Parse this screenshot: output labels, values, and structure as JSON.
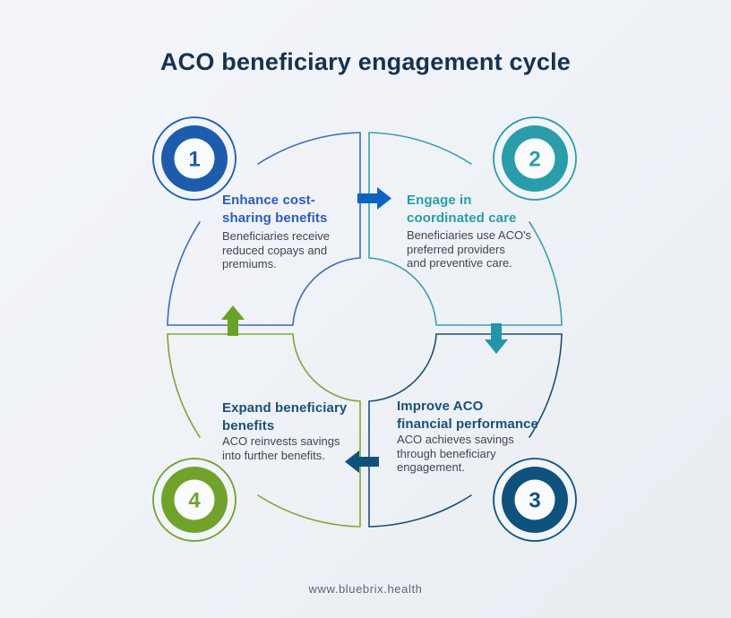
{
  "title": "ACO beneficiary engagement cycle",
  "footer": {
    "url": "www.bluebrix.health"
  },
  "palette": {
    "background": "#eef1f6",
    "title_navy": "#16324f",
    "body_text": "#41464f",
    "blue": "#1d5cad",
    "teal": "#2b9daa",
    "navy": "#0f527e",
    "green": "#71a32c"
  },
  "steps": [
    {
      "number": "1",
      "heading_lines": [
        "Enhance cost-",
        "sharing benefits"
      ],
      "body_lines": [
        "Beneficiaries receive",
        "reduced copays and",
        "premiums."
      ],
      "accent": "#1d5cad"
    },
    {
      "number": "2",
      "heading_lines": [
        "Engage in",
        "coordinated care"
      ],
      "body_lines": [
        "Beneficiaries use ACO's",
        "preferred providers",
        "and preventive care."
      ],
      "accent": "#2b9daa"
    },
    {
      "number": "3",
      "heading_lines": [
        "Improve ACO",
        "financial performance"
      ],
      "body_lines": [
        "ACO achieves savings",
        "through beneficiary",
        "engagement."
      ],
      "accent": "#0f527e"
    },
    {
      "number": "4",
      "heading_lines": [
        "Expand beneficiary",
        "benefits"
      ],
      "body_lines": [
        "ACO reinvests savings",
        "into further benefits."
      ],
      "accent": "#71a32c"
    }
  ],
  "arrows": [
    {
      "name": "arrow-right",
      "from_step": "1",
      "to_step": "2",
      "color": "#0d62c4"
    },
    {
      "name": "arrow-down",
      "from_step": "2",
      "to_step": "3",
      "color": "#2397a8"
    },
    {
      "name": "arrow-left",
      "from_step": "3",
      "to_step": "4",
      "color": "#0e527c"
    },
    {
      "name": "arrow-up",
      "from_step": "4",
      "to_step": "1",
      "color": "#69a228"
    }
  ]
}
